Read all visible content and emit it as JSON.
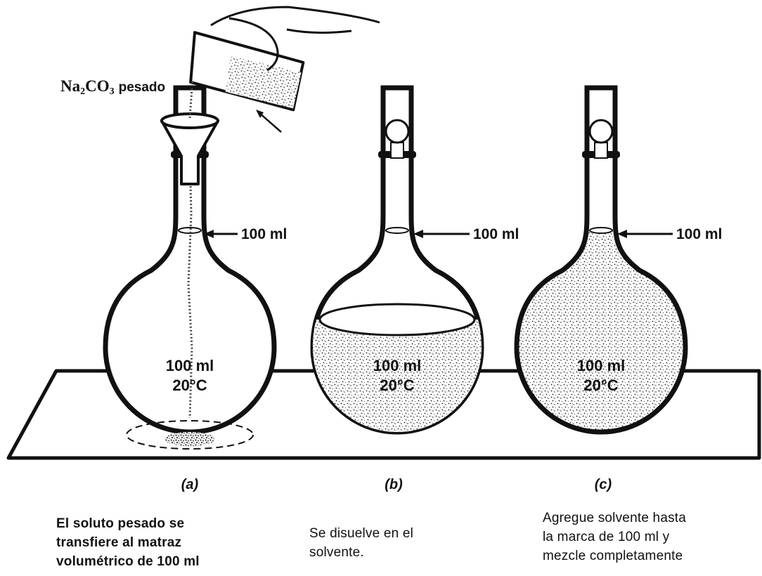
{
  "pour_label": {
    "formula_prefix": "Na",
    "sub1": "2",
    "formula_mid": "CO",
    "sub2": "3",
    "word": "pesado"
  },
  "flasks": [
    {
      "letter": "(a)",
      "mark": "100 ml",
      "body_line1": "100 ml",
      "body_line2": "20°C",
      "caption_lines": [
        "El soluto pesado se",
        "transfiere al matraz",
        "volumétrico de 100 ml"
      ]
    },
    {
      "letter": "(b)",
      "mark": "100 ml",
      "body_line1": "100 ml",
      "body_line2": "20°C",
      "caption_lines": [
        "Se disuelve en el",
        "solvente."
      ]
    },
    {
      "letter": "(c)",
      "mark": "100 ml",
      "body_line1": "100 ml",
      "body_line2": "20°C",
      "caption_lines": [
        "Agregue solvente hasta",
        "la marca de 100 ml y",
        "mezcle completamente"
      ]
    }
  ]
}
